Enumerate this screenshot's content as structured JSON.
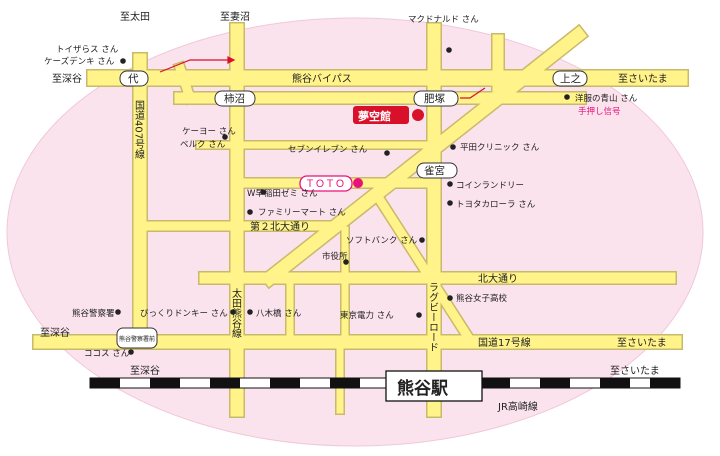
{
  "colors": {
    "background_oval": "#fbe3ee",
    "road": "#fff38a",
    "road_edge": "#c9b96a",
    "accent_red": "#d8102a",
    "accent_pink": "#e8137a",
    "rail_black": "#111111"
  },
  "directions": {
    "to_ota": "至太田",
    "to_tsumanuma": "至妻沼",
    "to_fukaya_top": "至深谷",
    "to_saitama_top": "至さいたま",
    "to_fukaya_mid": "至深谷",
    "to_saitama_mid": "至さいたま",
    "to_fukaya_rail": "至深谷",
    "to_saitama_rail": "至さいたま"
  },
  "intersections": {
    "dai": "代",
    "kakinuma": "柿沼",
    "hizuka": "肥塚",
    "kaminoshima": "上之",
    "suzumenomiya": "雀宮",
    "police_front": "熊谷警察署前"
  },
  "roads": {
    "bypass": "熊谷バイパス",
    "route407": "国道407号線",
    "ota_kumagaya": "太田熊谷線",
    "rugby_road": "ラグビーロード",
    "north2": "第２北大通り",
    "north_street": "北大通り",
    "route17": "国道17号線"
  },
  "landmarks": {
    "mcdonalds": "マクドナルド さん",
    "toysrus": "トイザらス さん",
    "kozdenki": "ケーズデンキ さん",
    "yofuku_aoyama": "洋服の青山 さん",
    "oshiboshingo": "手押し信号",
    "mukukan": "夢空館",
    "kayo": "ケーヨー さん",
    "berc": "ベルク さん",
    "seven": "セブンイレブン さん",
    "hirata": "平田クリニック さん",
    "toto": "ＴＯＴＯ",
    "waseda": "W早稲田ゼミ さん",
    "coin": "コインランドリー",
    "familymart": "ファミリーマート さん",
    "toyota": "トヨタカローラ さん",
    "softbank": "ソフトバンク さん",
    "city_hall": "市役所",
    "police": "熊谷警察署",
    "bikkuri": "びっくりドンキー さん",
    "yahata": "八木橋 さん",
    "tokyo_denryoku": "東京電力 さん",
    "girls_high": "熊谷女子高校",
    "cocos": "ココス さん"
  },
  "railway": {
    "station": "熊谷駅",
    "line": "JR高崎線"
  }
}
